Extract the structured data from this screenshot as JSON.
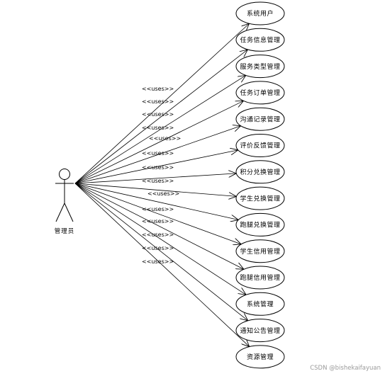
{
  "actor": {
    "label": "管理员"
  },
  "relation_label": "<<uses>>",
  "use_cases": [
    {
      "label": "系统用户"
    },
    {
      "label": "任务信息管理"
    },
    {
      "label": "服务类型管理"
    },
    {
      "label": "任务订单管理"
    },
    {
      "label": "沟通记录管理"
    },
    {
      "label": "评价反馈管理"
    },
    {
      "label": "积分兑换管理"
    },
    {
      "label": "学生兑换管理"
    },
    {
      "label": "跑腿兑换管理"
    },
    {
      "label": "学生信用管理"
    },
    {
      "label": "跑腿信用管理"
    },
    {
      "label": "系统管理"
    },
    {
      "label": "通知公告管理"
    },
    {
      "label": "资源管理"
    }
  ],
  "watermark": "CSDN @bishekaifayuan",
  "colors": {
    "stroke": "#000000",
    "background": "#ffffff",
    "watermark": "#9a9a9a"
  }
}
